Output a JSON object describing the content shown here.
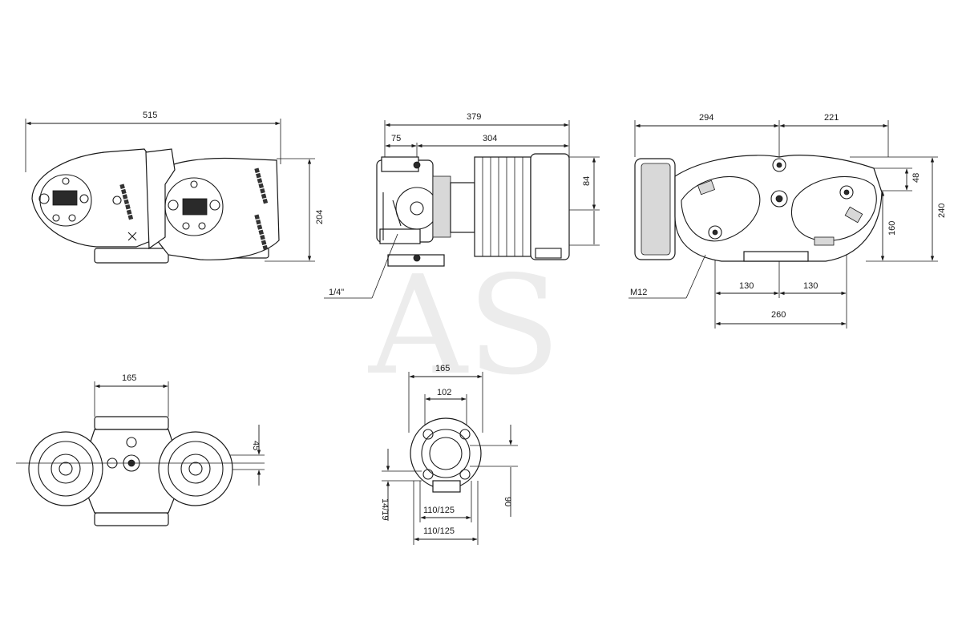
{
  "watermark": "AS",
  "views": {
    "front": {
      "overall_width": "515",
      "height": "204"
    },
    "side": {
      "overall_length": "379",
      "offset_left": "75",
      "motor_length": "304",
      "axis_height": "84",
      "port_label": "1/4\""
    },
    "top": {
      "left_extent": "294",
      "right_extent": "221",
      "height_upper": "48",
      "height_total": "240",
      "height_lower": "160",
      "half_left": "130",
      "half_right": "130",
      "port_to_port": "260",
      "bolt_label": "M12"
    },
    "bottom": {
      "port_spacing": "165",
      "offset": "45"
    },
    "flange": {
      "outer_diameter": "165",
      "bore": "102",
      "pcd_a": "110/125",
      "pcd_b": "110/125",
      "bolt_holes": "14/19",
      "height": "90"
    }
  }
}
